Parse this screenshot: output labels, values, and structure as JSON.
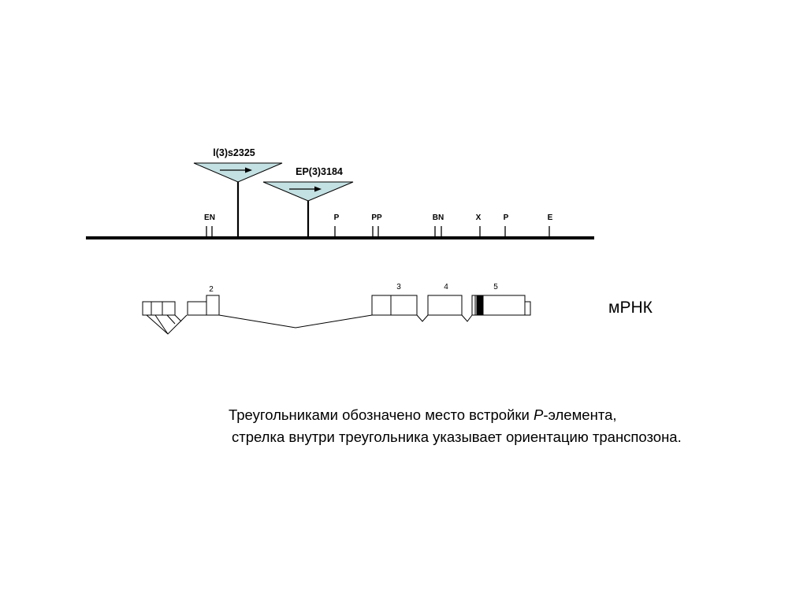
{
  "insertions": [
    {
      "label": "l(3)s2325",
      "color": "#c3e0e2"
    },
    {
      "label": "EP(3)3184",
      "color": "#c3e0e2"
    }
  ],
  "restriction_sites": [
    {
      "label": "EN"
    },
    {
      "label": "P"
    },
    {
      "label": "PP"
    },
    {
      "label": "BN"
    },
    {
      "label": "X"
    },
    {
      "label": "P"
    },
    {
      "label": "E"
    }
  ],
  "exons": [
    "2",
    "3",
    "4",
    "5"
  ],
  "mrna_label": "мРНК",
  "caption": {
    "line1_before": "Треугольниками обозначено место встройки ",
    "line1_italic": "P",
    "line1_after": "-элемента,",
    "line2": "стрелка внутри треугольника указывает ориентацию транспозона."
  }
}
